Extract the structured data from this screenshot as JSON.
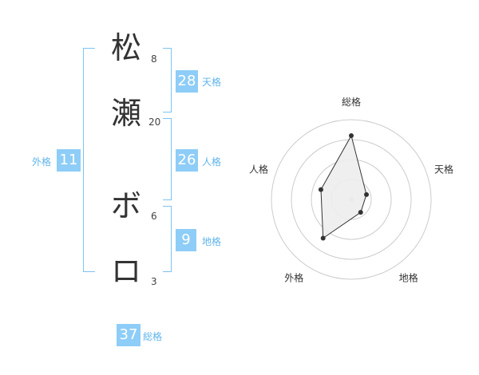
{
  "name": {
    "chars": [
      {
        "char": "松",
        "strokes": "8"
      },
      {
        "char": "瀬",
        "strokes": "20"
      },
      {
        "char": "ボ",
        "strokes": "6"
      },
      {
        "char": "ロ",
        "strokes": "3"
      }
    ]
  },
  "fortunes": {
    "tenkaku": {
      "value": "28",
      "label": "天格"
    },
    "jinkaku": {
      "value": "26",
      "label": "人格"
    },
    "chikaku": {
      "value": "9",
      "label": "地格"
    },
    "gaikaku": {
      "value": "11",
      "label": "外格"
    },
    "soukaku": {
      "value": "37",
      "label": "総格"
    }
  },
  "chart_data": {
    "type": "radar",
    "axes": [
      "総格",
      "天格",
      "地格",
      "外格",
      "人格"
    ],
    "values": [
      4,
      1,
      1,
      3,
      2
    ],
    "max": 5,
    "rings": 4,
    "colors": {
      "fill": "#ededed",
      "line": "#333333",
      "grid": "#cccccc",
      "center": "#cccccc"
    }
  },
  "colors": {
    "accent": "#8ecdf7",
    "bracket": "#7dc3f2",
    "caption": "#5fb4ec"
  }
}
